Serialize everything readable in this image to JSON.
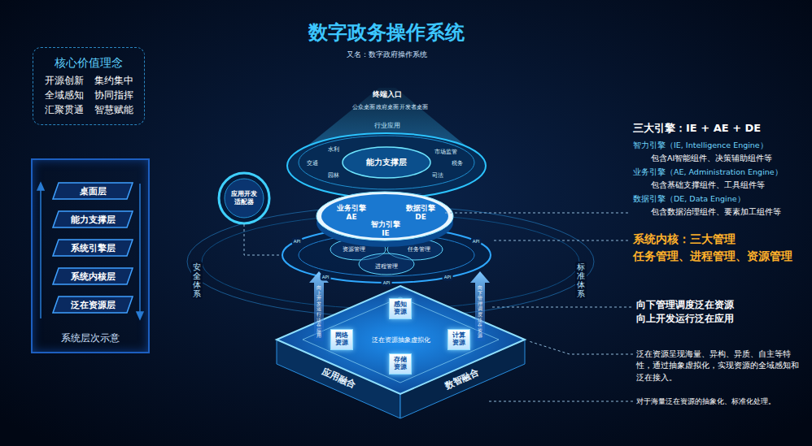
{
  "diagram": {
    "title": "数字政务操作系统",
    "nodes": [
      {
        "text": [
          "核心价值理念",
          "开源创新",
          "集约集中",
          "全域感知",
          "协同指挥",
          "汇聚贯通",
          "智慧赋能"
        ]
      },
      {
        "text": [
          "系统层次示意"
        ]
      },
      {
        "text": [
          "桌面层"
        ],
        "in": 1
      },
      {
        "text": [
          "能力支撑层"
        ],
        "in": 1
      },
      {
        "text": [
          "系统引擎层"
        ],
        "in": 1
      },
      {
        "text": [
          "系统内核层"
        ],
        "in": 1
      },
      {
        "text": [
          "泛在资源层"
        ],
        "in": 1
      },
      {
        "text": [
          "应用开发适配器"
        ]
      },
      {
        "text": [
          "能力支撑层"
        ]
      },
      {
        "text": [
          "业务引擎 AE"
        ]
      },
      {
        "text": [
          "智力引擎 IE"
        ]
      },
      {
        "text": [
          "数据引擎 DE"
        ]
      },
      {
        "text": [
          "资源管理"
        ]
      },
      {
        "text": [
          "任务管理"
        ]
      },
      {
        "text": [
          "进程管理"
        ]
      },
      {
        "text": [
          "泛在资源抽象虚拟化"
        ]
      },
      {
        "text": [
          "感知资源"
        ],
        "in": 15
      },
      {
        "text": [
          "网络资源"
        ],
        "in": 15
      },
      {
        "text": [
          "计算资源"
        ],
        "in": 15
      },
      {
        "text": [
          "存储资源"
        ],
        "in": 15
      }
    ],
    "labels": [
      "又名：数字政府操作系统",
      "终端入口",
      "公众桌面",
      "政府桌面",
      "开发者桌面",
      "行业应用",
      "水利",
      "交通",
      "园林",
      "市场监管",
      "税务",
      "司法",
      "API",
      "API",
      "API",
      "API",
      "API",
      "安全体系",
      "标准体系",
      "向上开发运行泛在应用",
      "向下管理调度泛在资源",
      "应用融合",
      "数智融合",
      "三大引擎：IE + AE + DE",
      "智力引擎（IE, Intelligence Engine）",
      "包含AI智能组件、决策辅助组件等",
      "业务引擎（AE, Administration Engine）",
      "包含基础支撑组件、工具组件等",
      "数据引擎（DE, Data Engine）",
      "包含数据治理组件、要素加工组件等",
      "系统内核：三大管理",
      "任务管理、进程管理、资源管理",
      "向下管理调度泛在资源",
      "向上开发运行泛在应用",
      "泛在资源呈现海量、异构、异质、自主等特性，通过抽象虚拟化，实现资源的全域感知和泛在接入。",
      "对于海量泛在资源的抽象化、标准化处理。"
    ]
  }
}
